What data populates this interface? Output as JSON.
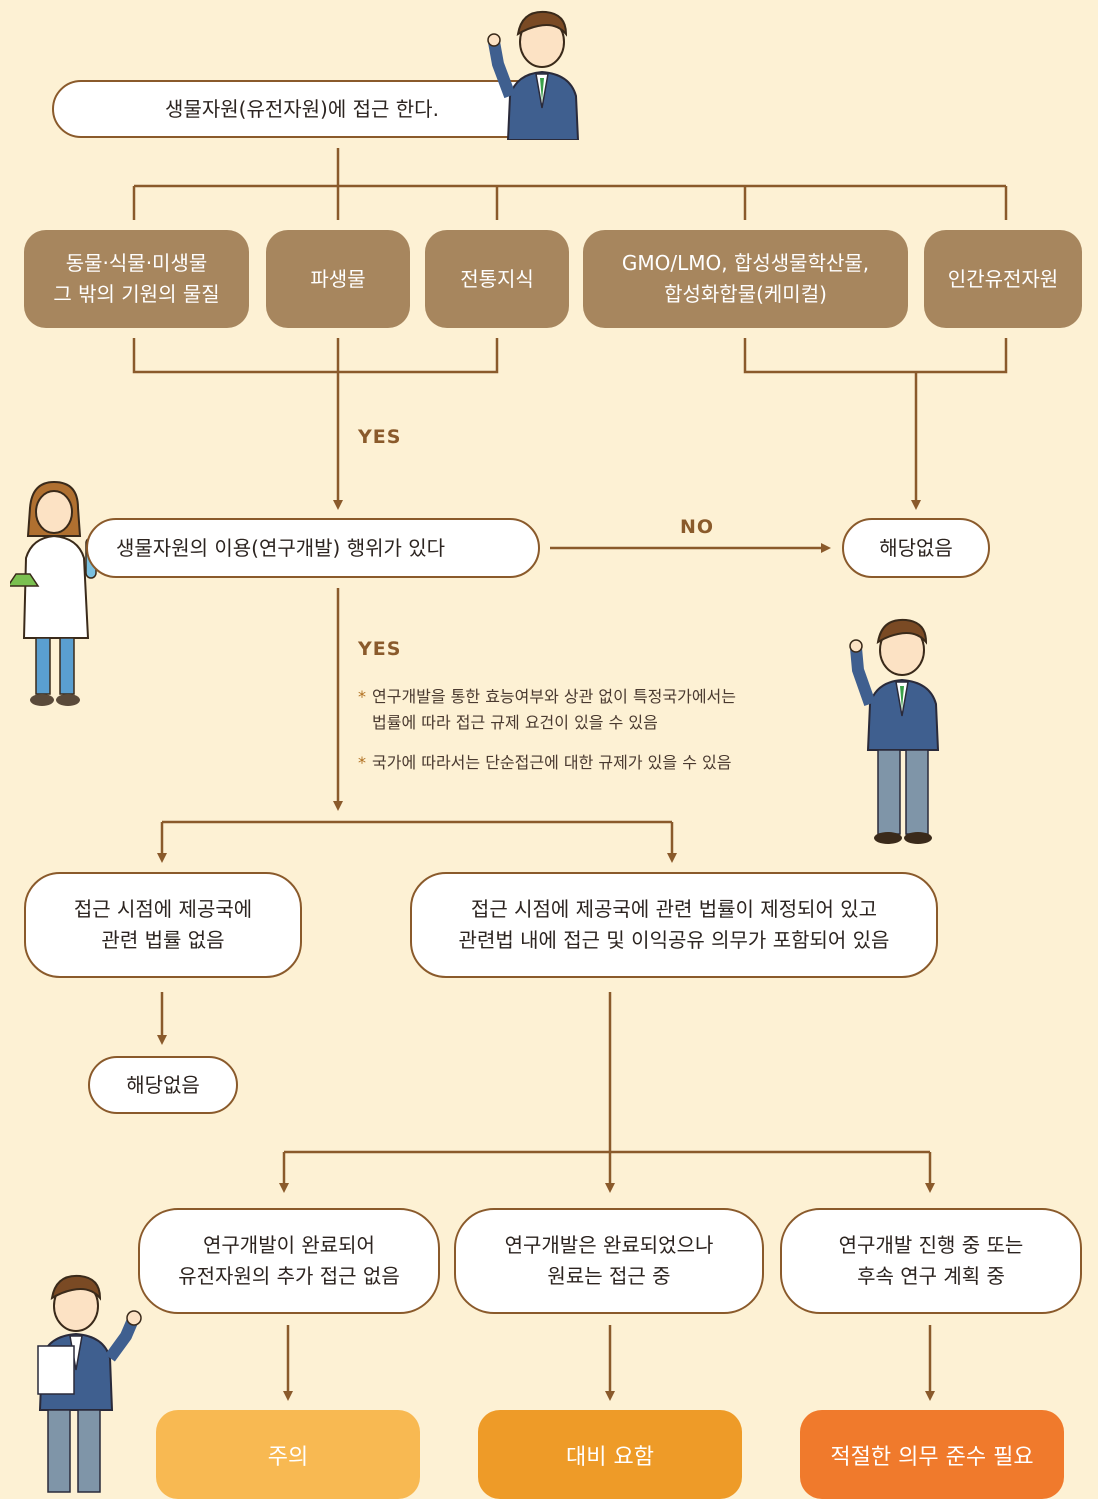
{
  "start": "생물자원(유전자원)에 접근 한다.",
  "categories": [
    "동물·식물·미생물\n그 밖의 기원의 물질",
    "파생물",
    "전통지식",
    "GMO/LMO, 합성생물학산물,\n합성화합물(케미컬)",
    "인간유전자원"
  ],
  "yes_label": "YES",
  "no_label": "NO",
  "use_question": "생물자원의 이용(연구개발) 행위가 있다",
  "not_applicable": "해당없음",
  "notes": [
    "연구개발을 통한 효능여부와 상관 없이 특정국가에서는\n법률에 따라 접근 규제 요건이 있을 수 있음",
    "국가에 따라서는 단순접근에 대한 규제가 있을 수 있음"
  ],
  "note_marker": "*",
  "law_none": "접근 시점에 제공국에\n관련 법률 없음",
  "law_exists": "접근 시점에 제공국에 관련 법률이 제정되어 있고\n관련법 내에 접근 및 이익공유 의무가 포함되어 있음",
  "stages": [
    "연구개발이 완료되어\n유전자원의 추가 접근 없음",
    "연구개발은 완료되었으나\n원료는 접근 중",
    "연구개발 진행 중 또는\n후속 연구 계획 중"
  ],
  "outcomes": [
    {
      "label": "주의",
      "color": "#f8b952"
    },
    {
      "label": "대비 요함",
      "color": "#ee9b28"
    },
    {
      "label": "적절한 의무 준수 필요",
      "color": "#f07a2c"
    }
  ],
  "colors": {
    "background": "#fdf1d4",
    "line": "#8a5a2b",
    "category": "#a7865e"
  }
}
